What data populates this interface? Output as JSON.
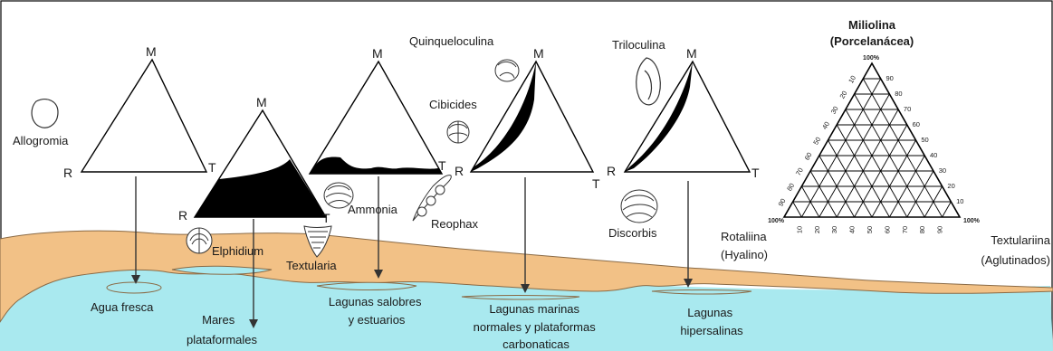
{
  "colors": {
    "sea": "#a9e9ef",
    "land": "#f2c186",
    "land_edge": "#8a6a45",
    "ink": "#111111",
    "frame": "#000000"
  },
  "vertex_labels": {
    "m": "M",
    "r": "R",
    "t": "T"
  },
  "triangle_count": 5,
  "foraminifera": {
    "allogromia": "Allogromia",
    "elphidium": "Elphidium",
    "textularia": "Textularia",
    "ammonia": "Ammonia",
    "reophax": "Reophax",
    "quinqueloculina": "Quinqueloculina",
    "cibicides": "Cibicides",
    "triloculina": "Triloculina",
    "discorbis": "Discorbis"
  },
  "environments": {
    "agua_fresca": "Agua fresca",
    "mares": [
      "Mares",
      "plataformales"
    ],
    "lagunas_salobres": [
      "Lagunas salobres",
      "y estuarios"
    ],
    "lagunas_marinas": [
      "Lagunas marinas",
      "normales y plataformas",
      "carbonaticas"
    ],
    "lagunas_hipersalinas": [
      "Lagunas",
      "hipersalinas"
    ]
  },
  "ternary_key": {
    "top": [
      "Miliolina",
      "(Porcelanácea)"
    ],
    "left": [
      "Rotaliina",
      "(Hyalino)"
    ],
    "right": [
      "Textulariina",
      "(Aglutinados)"
    ],
    "pct_top": "100%",
    "pct_left": "100%",
    "pct_right": "100%",
    "ticks": [
      "10",
      "20",
      "30",
      "40",
      "50",
      "60",
      "70",
      "80",
      "90"
    ]
  }
}
